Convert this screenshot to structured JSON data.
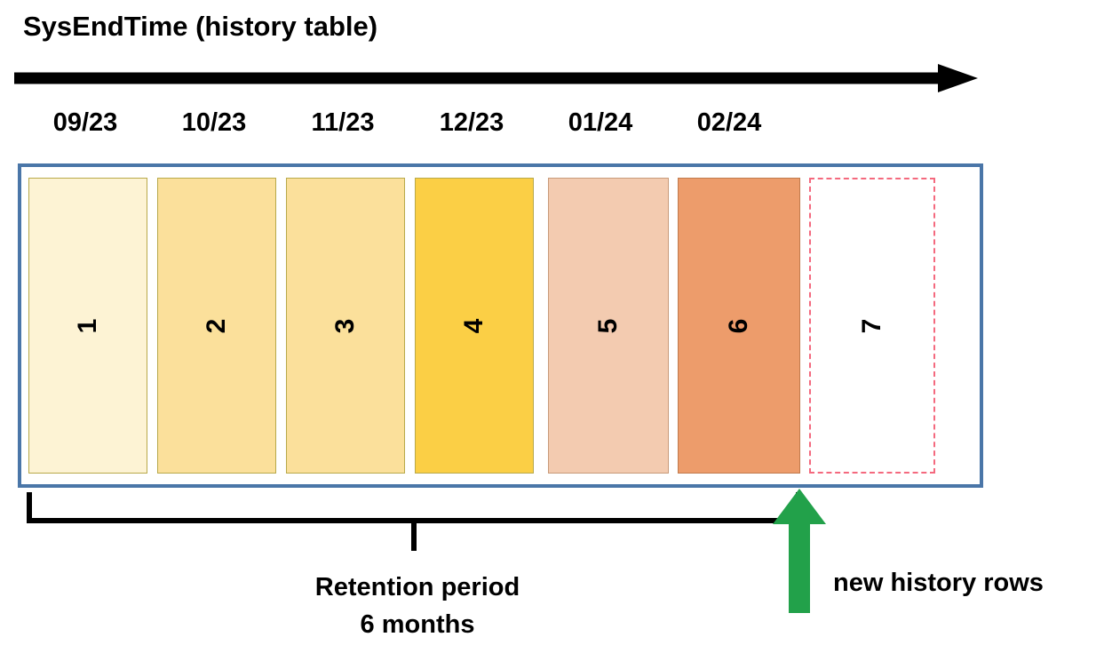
{
  "diagram": {
    "title": "SysEndTime (history table)",
    "timeline_axis": {
      "icon": "right-arrow-icon",
      "direction": "right"
    },
    "months": [
      "09/23",
      "10/23",
      "11/23",
      "12/23",
      "01/24",
      "02/24"
    ],
    "blocks": [
      {
        "label": "1",
        "color": "#fdf3d4",
        "border": "#b8a94a",
        "style": "solid"
      },
      {
        "label": "2",
        "color": "#fbe09b",
        "border": "#b8a94a",
        "style": "solid"
      },
      {
        "label": "3",
        "color": "#fbe09b",
        "border": "#b8a94a",
        "style": "solid"
      },
      {
        "label": "4",
        "color": "#fbcf45",
        "border": "#b8a94a",
        "style": "solid"
      },
      {
        "label": "5",
        "color": "#f3cbb0",
        "border": "#c89a7a",
        "style": "solid"
      },
      {
        "label": "6",
        "color": "#ed9c6b",
        "border": "#c07a4d",
        "style": "solid"
      },
      {
        "label": "7",
        "color": "#ffffff",
        "border": "#f4697e",
        "style": "dashed"
      }
    ],
    "retention": {
      "line1": "Retention period",
      "line2": "6 months"
    },
    "new_rows": {
      "label": "new history rows",
      "arrow_color": "#22a14a",
      "arrow_icon": "up-arrow-icon"
    },
    "container_border_color": "#4a76a8"
  }
}
